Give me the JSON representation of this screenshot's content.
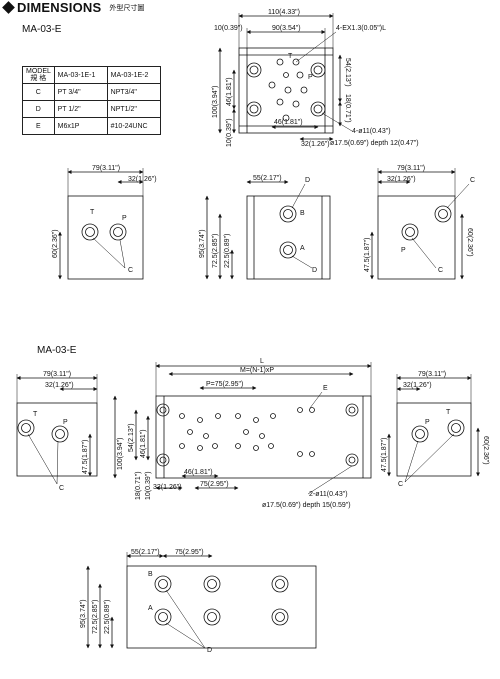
{
  "header": {
    "title": "DIMENSIONS",
    "subtitle": "外型尺寸圖"
  },
  "section1": {
    "label": "MA-03-E"
  },
  "section2": {
    "label": "MA-03-E"
  },
  "table": {
    "head": [
      "MODEL 規 格",
      "MA-03-1E-1",
      "MA-03-1E-2"
    ],
    "rows": [
      [
        "C",
        "PT 3/4\"",
        "NPT3/4\""
      ],
      [
        "D",
        "PT 1/2\"",
        "NPT1/2\""
      ],
      [
        "E",
        "M6x1P",
        "#10-24UNC"
      ]
    ]
  },
  "top_view": {
    "d_110": "110(4.33\")",
    "d_10": "10(0.39\")",
    "d_90": "90(3.54\")",
    "d_ex": "4-EX1.3(0.05\")L",
    "d_100": "100(3.94\")",
    "d_54": "54(2.13\")",
    "d_46v": "46(1.81\")",
    "d_18": "18(0.71\")",
    "d_10v": "10(0.39\")",
    "d_46h": "46(1.81\")",
    "d_32": "32(1.26\")",
    "d_hole": "4-ø11(0.43\")",
    "d_cb": "ø17.5(0.69\") depth 12(0.47\")",
    "t": "T",
    "p": "P"
  },
  "row1": {
    "left": {
      "d79": "79(3.11\")",
      "d32": "32(1.26\")",
      "d60": "60(2.36\")",
      "t": "T",
      "p": "P",
      "c": "C"
    },
    "mid": {
      "d55": "55(2.17\")",
      "d95": "95(3.74\")",
      "d72": "72.5(2.85\")",
      "d22": "22.5(0.89\")",
      "b": "B",
      "a": "A",
      "d": "D"
    },
    "right": {
      "d79": "79(3.11\")",
      "d32": "32(1.26\")",
      "d47": "47.5(1.87\")",
      "d60": "60(2.36\")",
      "p": "P",
      "c": "C"
    }
  },
  "row2": {
    "left": {
      "d79": "79(3.11\")",
      "d32": "32(1.26\")",
      "d47": "47.5(1.87\")",
      "t": "T",
      "p": "P",
      "c": "C"
    },
    "mid": {
      "l": "L",
      "m": "M=(N-1)xP",
      "p75": "P=75(2.95\")",
      "e": "E",
      "d100": "100(3.94\")",
      "d54": "54(2.13\")",
      "d46v": "46(1.81\")",
      "d18": "18(0.71\")",
      "d10": "10(0.39\")",
      "d46h": "46(1.81\")",
      "d32": "32(1.26\")",
      "d75": "75(2.95\")",
      "hole": "2-ø11(0.43\")",
      "cb": "ø17.5(0.69\") depth 15(0.59\")"
    },
    "right": {
      "d79": "79(3.11\")",
      "d32": "32(1.26\")",
      "d47": "47.5(1.87\")",
      "d60": "60(2.36\")",
      "t": "T",
      "p": "P",
      "c": "C"
    }
  },
  "row3": {
    "d55": "55(2.17\")",
    "d75": "75(2.95\")",
    "d95": "95(3.74\")",
    "d72": "72.5(2.85\")",
    "d22": "22.5(0.89\")",
    "b": "B",
    "a": "A",
    "d": "D"
  }
}
